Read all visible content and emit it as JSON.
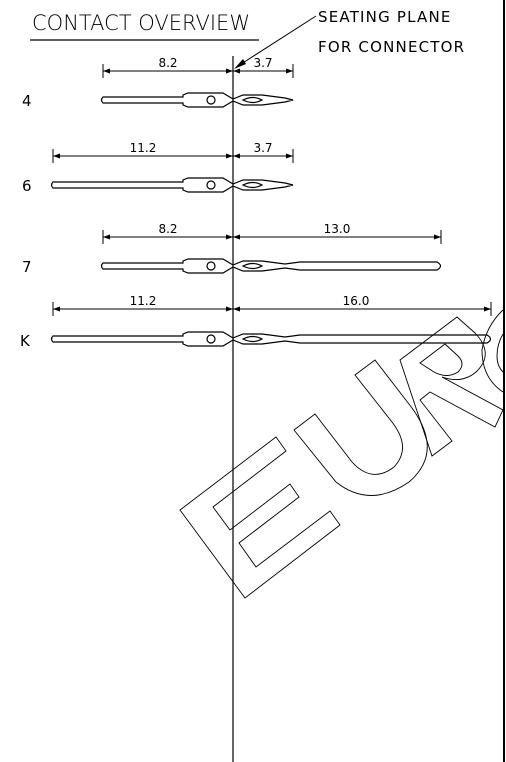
{
  "title": "CONTACT OVERVIEW",
  "seating_note": [
    "SEATING PLANE",
    "FOR CONNECTOR"
  ],
  "rows": [
    {
      "label": "4",
      "left_dim": "8.2",
      "right_dim": "3.7"
    },
    {
      "label": "6",
      "left_dim": "11.2",
      "right_dim": "3.7"
    },
    {
      "label": "7",
      "left_dim": "8.2",
      "right_dim": "13.0"
    },
    {
      "label": "K",
      "left_dim": "11.2",
      "right_dim": "16.0"
    }
  ]
}
